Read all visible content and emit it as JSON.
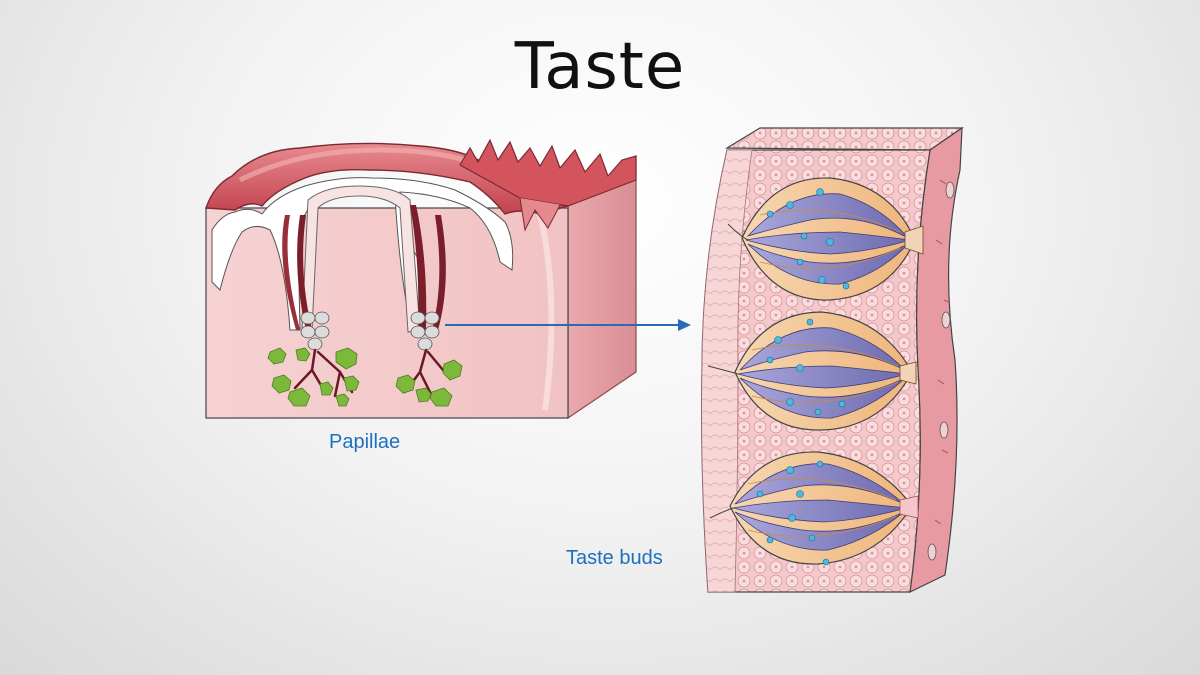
{
  "slide": {
    "title": "Taste",
    "labels": {
      "papillae": "Papillae",
      "taste_buds": "Taste buds"
    }
  },
  "colors": {
    "label_text": "#1f6fbf",
    "arrow": "#2a6ab8",
    "tissue_pink": "#f2c4c4",
    "papilla_red": "#d0505a",
    "cell_purple": "#8a88c8",
    "cell_orange": "#f4c890",
    "gland_green": "#7cb83a",
    "bubble_blue": "#4fb8e0"
  }
}
